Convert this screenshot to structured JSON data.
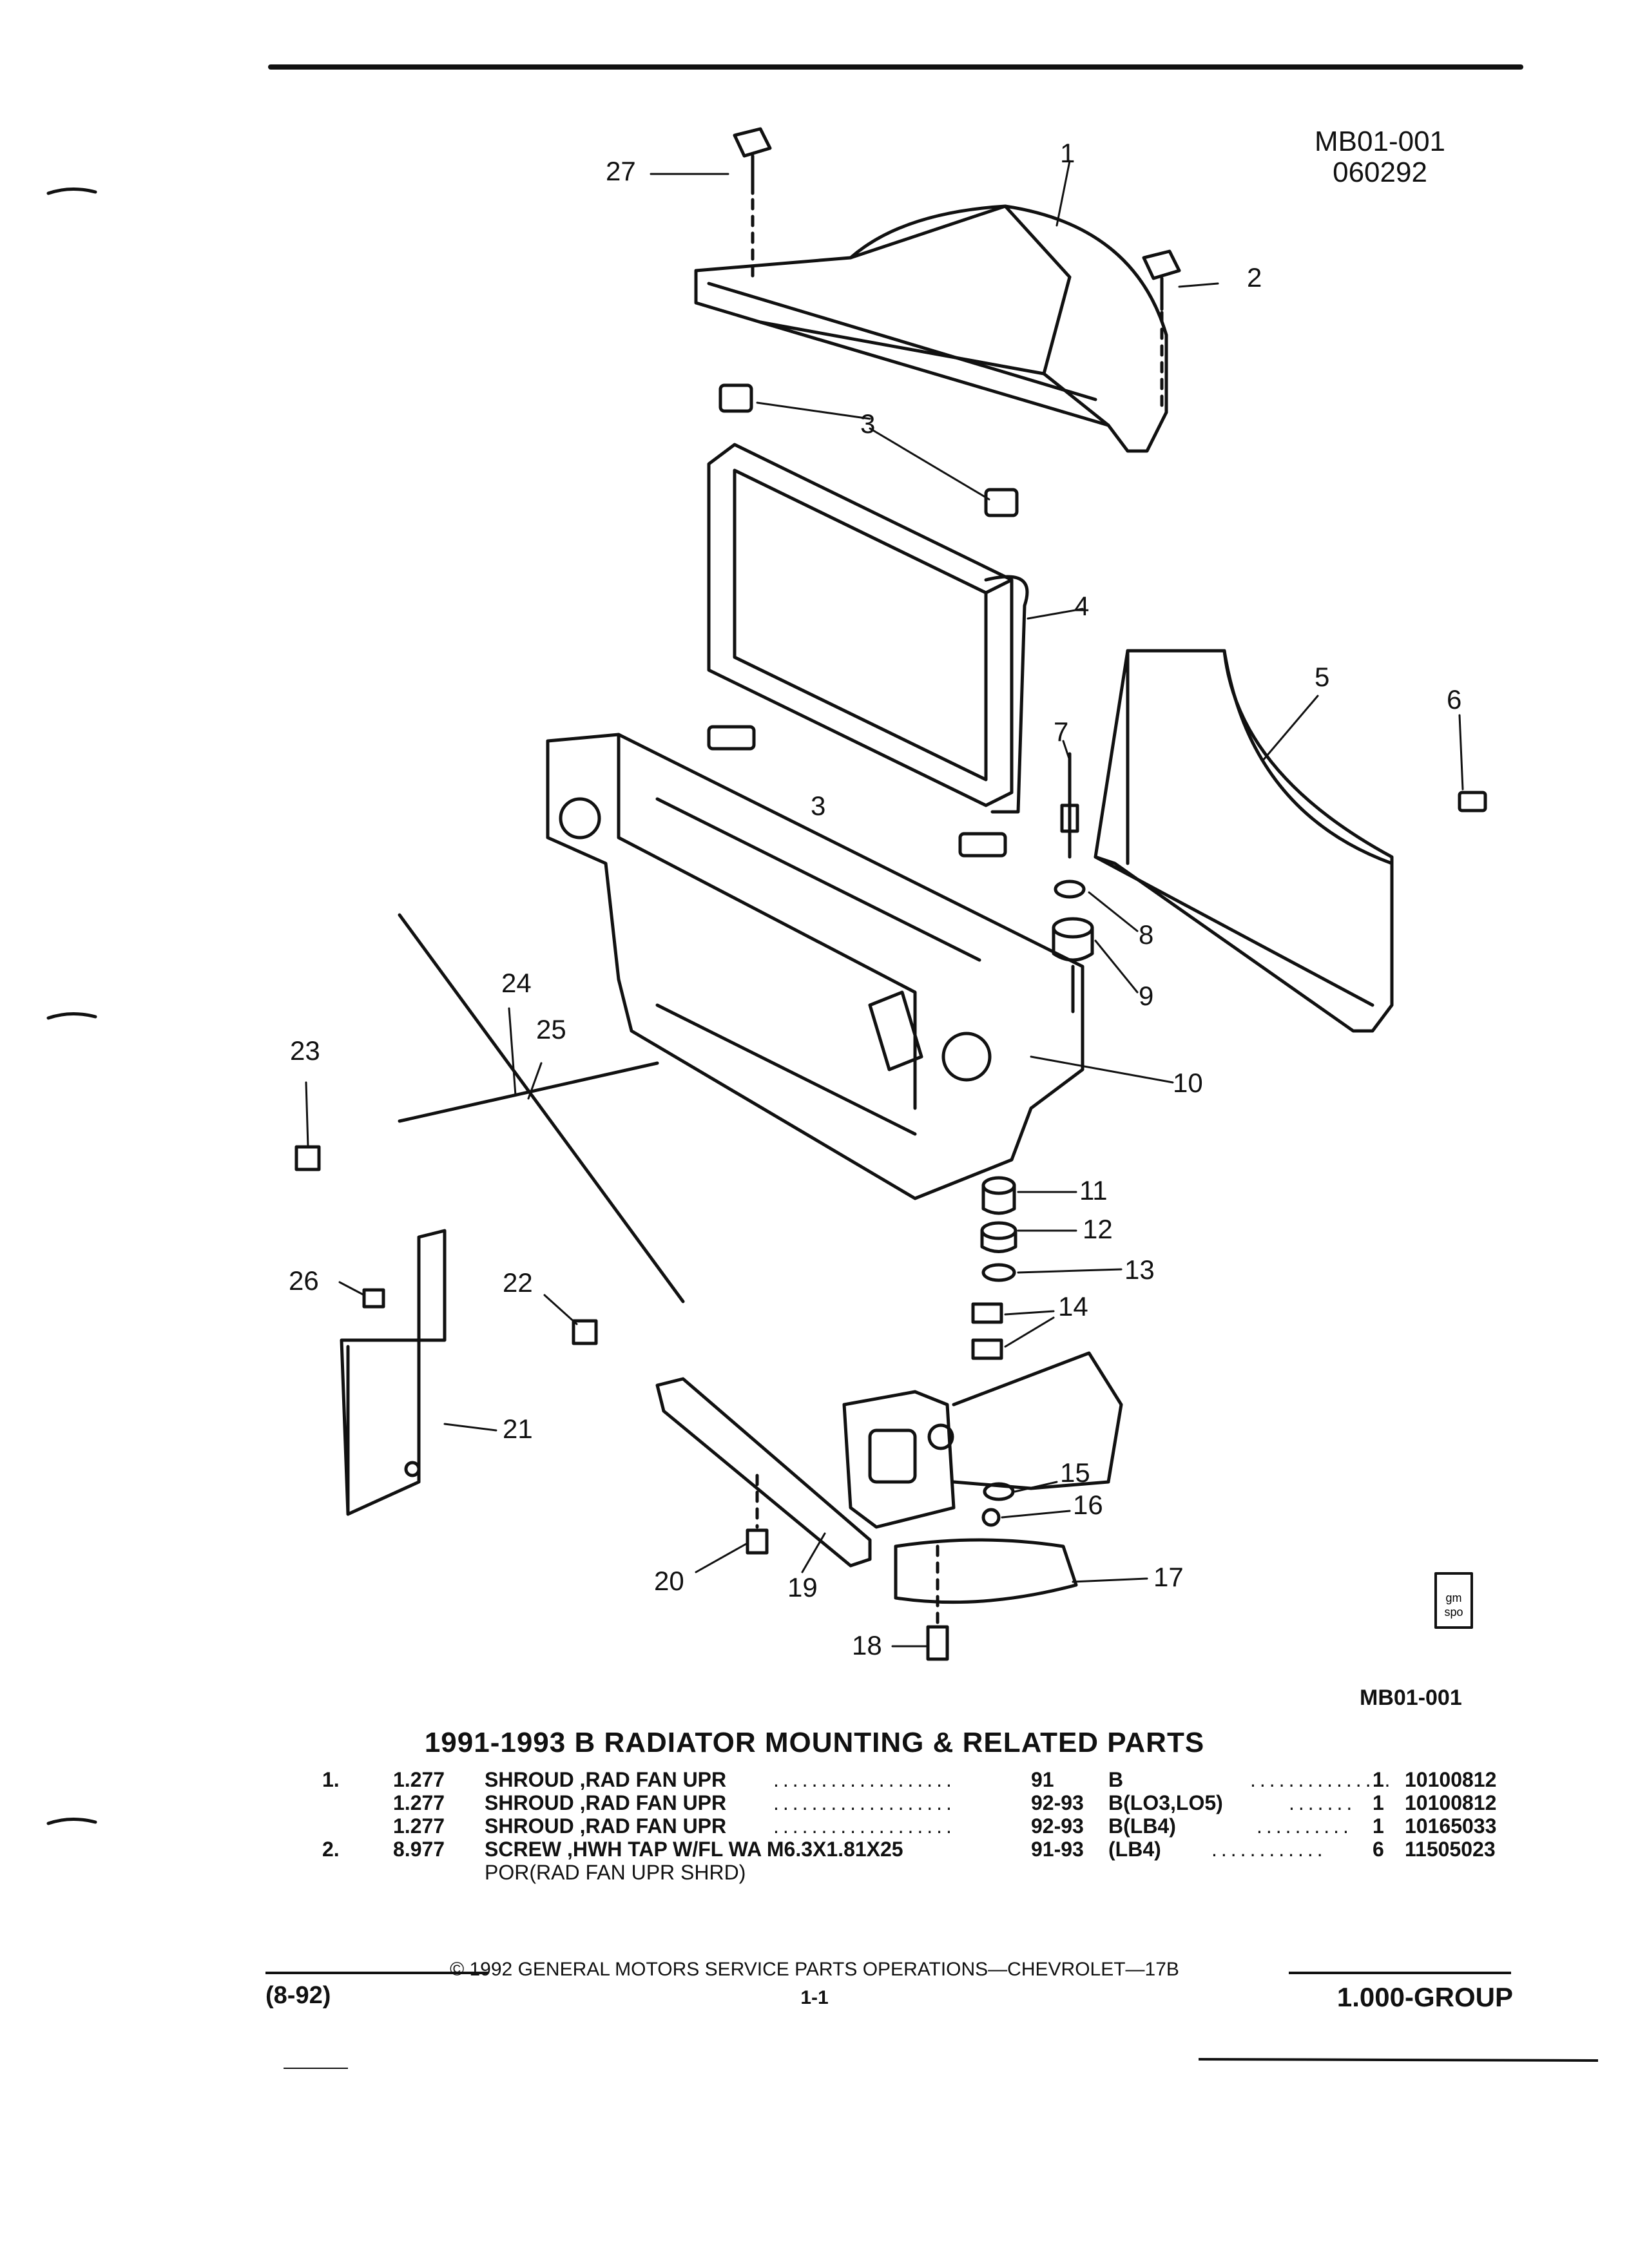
{
  "doc": {
    "code_top_1": "MB01-001",
    "code_top_2": "060292",
    "code_bottom": "MB01-001",
    "logo_text_1": "gm",
    "logo_text_2": "spo",
    "title": "1991-1993 B RADIATOR MOUNTING & RELATED PARTS"
  },
  "callouts": [
    "1",
    "2",
    "3",
    "3",
    "4",
    "5",
    "6",
    "7",
    "8",
    "9",
    "10",
    "11",
    "12",
    "13",
    "14",
    "15",
    "16",
    "17",
    "18",
    "19",
    "20",
    "21",
    "22",
    "23",
    "24",
    "25",
    "26",
    "27"
  ],
  "parts": [
    {
      "no": "1.",
      "grp": "1.277",
      "desc": "SHROUD ,RAD FAN UPR",
      "leader": "...................",
      "yr": "91",
      "mdl": "B",
      "leader2": "...............",
      "qty": "1",
      "pn": "10100812"
    },
    {
      "no": "",
      "grp": "1.277",
      "desc": "SHROUD ,RAD FAN UPR",
      "leader": "...................",
      "yr": "92-93",
      "mdl": "B(LO3,LO5)",
      "leader2": ".......",
      "qty": "1",
      "pn": "10100812"
    },
    {
      "no": "",
      "grp": "1.277",
      "desc": "SHROUD ,RAD FAN UPR",
      "leader": "...................",
      "yr": "92-93",
      "mdl": "B(LB4)",
      "leader2": "..........",
      "qty": "1",
      "pn": "10165033"
    },
    {
      "no": "2.",
      "grp": "8.977",
      "desc": "SCREW ,HWH TAP W/FL WA M6.3X1.81X25",
      "leader": "",
      "yr": "91-93",
      "mdl": "(LB4)",
      "leader2": "............",
      "qty": "6",
      "pn": "11505023"
    }
  ],
  "parts_cont": "POR(RAD FAN UPR SHRD)",
  "footer": {
    "copyright": "©  1992  GENERAL MOTORS SERVICE PARTS OPERATIONS—CHEVROLET—17B",
    "left": "(8-92)",
    "center": "1-1",
    "right": "1.000-GROUP"
  }
}
